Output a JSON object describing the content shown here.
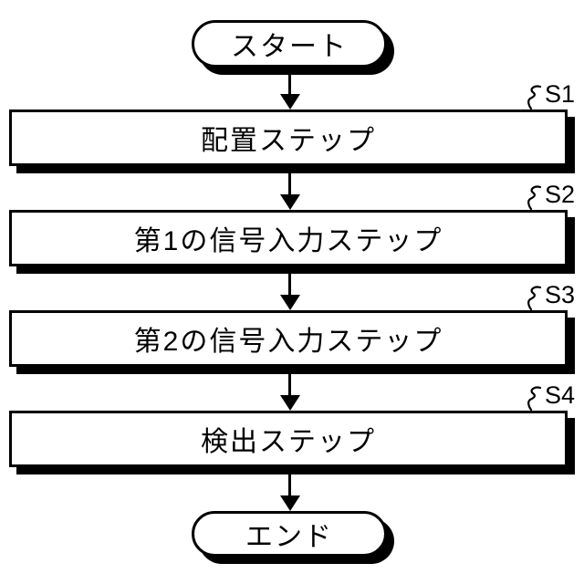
{
  "figure": {
    "type": "flowchart",
    "colors": {
      "ink": "#000000",
      "paper": "#ffffff"
    },
    "start": {
      "label": "スタート"
    },
    "steps": [
      {
        "label": "配置ステップ",
        "ref": "S1"
      },
      {
        "label": "第1の信号入力ステップ",
        "ref": "S2"
      },
      {
        "label": "第2の信号入力ステップ",
        "ref": "S3"
      },
      {
        "label": "検出ステップ",
        "ref": "S4"
      }
    ],
    "end": {
      "label": "エンド"
    }
  }
}
